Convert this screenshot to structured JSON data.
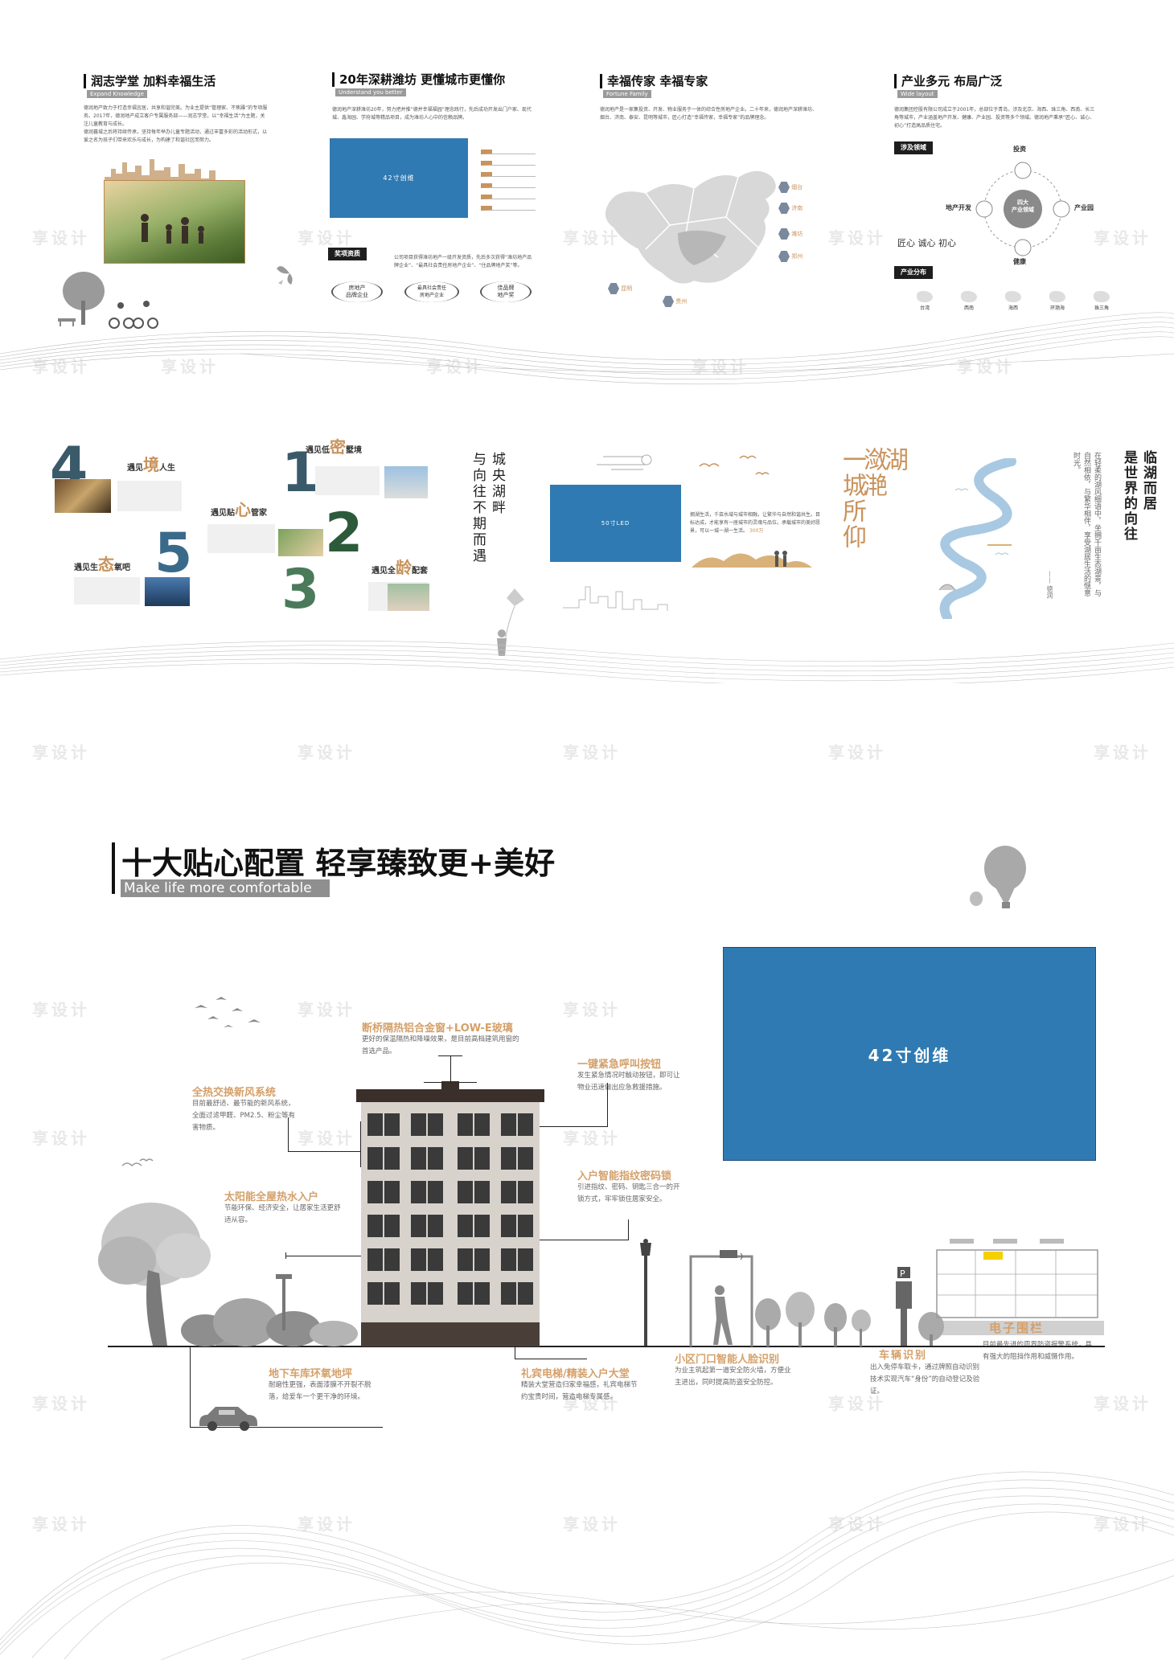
{
  "watermark": "享设计",
  "panel1": {
    "title": "润志学堂 加料幸福生活",
    "subtitle": "Expand Knowledge",
    "body_lines": [
      "德润地产致力于打造幸福宜居，共享和谐完美。为业主提供“管理家、不焦躁”的专项服务。2017年，德润地产成立客户专属服务部——润志学堂。以“幸福生活”为主题，关注儿童教育与成长。",
      "德润暮城之后将持续传承，坚持每年举办儿童专题活动，通过丰富多彩的活动形式，以爱之名为孩子们带来欢乐与成长，为构建了和谐社区而努力。"
    ]
  },
  "panel2": {
    "title": "20年深耕潍坊 更懂城市更懂你",
    "subtitle": "Understand you better",
    "body": "德润地产深耕潍坊20年，努力把并推“德并幸福福园”理念践行，先后成功开发出门户家、现代城、鑫海园、学府城等精品项目，成为潍坊人心中的信赖品牌。",
    "blue_label": "42寸创维",
    "award_tag": "奖项资质",
    "award_text": "公司项目获得潍坊地产一级开发资质，先后多次获得“潍坊地产品牌企业”、“最具社会责任房地产企业”、“住品牌地产奖”等。",
    "awards": [
      "房地产\n品牌企业",
      "最具社会责任\n房地产企业",
      "佳品牌\n地产奖"
    ]
  },
  "panel3": {
    "title": "幸福传家 幸福专家",
    "subtitle": "Fortune Family",
    "body": "德润地产是一家集投资、开发、物业服务于一体的综合性房地产企业。二十年来，德润地产深耕潍坊、烟台、济南、泰安、昆明等城市，匠心打造“幸福传家，幸福专家”的品牌理念。",
    "cities": [
      "烟台",
      "济南",
      "潍坊",
      "郑州",
      "昆明",
      "贵州"
    ]
  },
  "panel4": {
    "title": "产业多元 布局广泛",
    "subtitle": "Wide layout",
    "body": "德润集团控股有限公司成立于2001年，总部位于青岛，涉及北京、海西、珠三角、西南、长三角等城市，产业涵盖地产开发、健康、产业园、投资等多个领域。德润地产秉承“匠心、诚心、初心”打造高品质住宅。",
    "tag_fields": "涉及领域",
    "center": "四大\n产业领域",
    "fields": [
      "投资",
      "产业园",
      "健康",
      "地产开发"
    ],
    "motto": "匠心 诚心 初心",
    "tag_regions": "产业分布",
    "regions": [
      "台湾",
      "西南",
      "海西",
      "环渤海",
      "珠三角"
    ]
  },
  "row2": {
    "numbers": [
      "4",
      "1",
      "2",
      "5",
      "3"
    ],
    "meets": [
      {
        "pre": "遇见",
        "big": "境",
        "post": "人生"
      },
      {
        "pre": "遇见低",
        "big": "密",
        "post": "墅境"
      },
      {
        "pre": "遇见贴",
        "big": "心",
        "post": "管家"
      },
      {
        "pre": "遇见生",
        "big": "态",
        "post": "氧吧"
      },
      {
        "pre": "遇见全",
        "big": "龄",
        "post": "配套"
      }
    ],
    "vertical1": "城央湖畔\n与向往不期而遇",
    "blue_label": "50寸LED",
    "lake_body": "拥湖生活，千亩水域与城市相融，让繁华与自然和谐共生。目标达成，才能享有一座城市的灵魂与品位。承载城市的美好愿景，可以一城一湖一生活。",
    "lake_highlight": "300万",
    "vertical2": "湖\n潋滟\n一城所仰",
    "vertical3": "临湖而居\n是世界的向往",
    "vertical3_body": "在轻柔的湖风细语中，坐拥千亩生态湖景，与自然相依，与繁华相伴，享受湖居生活的惬意时光。",
    "vertical3_sign": "—— 德润"
  },
  "main": {
    "title": "十大贴心配置 轻享臻致更+美好",
    "subtitle": "Make life more comfortable",
    "blue_label": "42寸创维",
    "features": [
      {
        "title": "断桥隔热铝合金窗+LOW-E玻璃",
        "desc": "更好的保温隔热和降噪效果，是目前高档建筑用窗的首选产品。"
      },
      {
        "title": "一键紧急呼叫按钮",
        "desc": "发生紧急情况时触动按钮，即可让物业迅速做出应急救援措施。"
      },
      {
        "title": "全热交换新风系统",
        "desc": "目前最舒适、最节能的新风系统，全面过滤甲醛、PM2.5、粉尘等有害物质。"
      },
      {
        "title": "入户智能指纹密码锁",
        "desc": "引进指纹、密码、钥匙三合一的开锁方式，牢牢锁住居家安全。"
      },
      {
        "title": "太阳能全屋热水入户",
        "desc": "节能环保、经济安全，让居家生活更舒适从容。"
      },
      {
        "title": "地下车库环氧地坪",
        "desc": "耐磨性更强，表面漆膜不开裂不脱落，给爱车一个更干净的环境。"
      },
      {
        "title": "礼宾电梯/精装入户大堂",
        "desc": "精装大堂营造归家幸福感，礼宾电梯节约宝贵时间，营造电梯专属感。"
      },
      {
        "title": "小区门口智能人脸识别",
        "desc": "为业主筑起第一道安全防火墙，方便业主进出，同时提高防盗安全防控。"
      },
      {
        "title": "车辆识别",
        "desc": "出入免停车取卡，通过牌照自动识别技术实现汽车“身份”的自动登记及验证。"
      },
      {
        "title": "电子围栏",
        "desc": "目前最先进的周界防盗报警系统，具有强大的阻挡作用和威慑作用。"
      }
    ],
    "colors": {
      "accent": "#d4a06a",
      "blue": "#2f7ab2"
    }
  }
}
